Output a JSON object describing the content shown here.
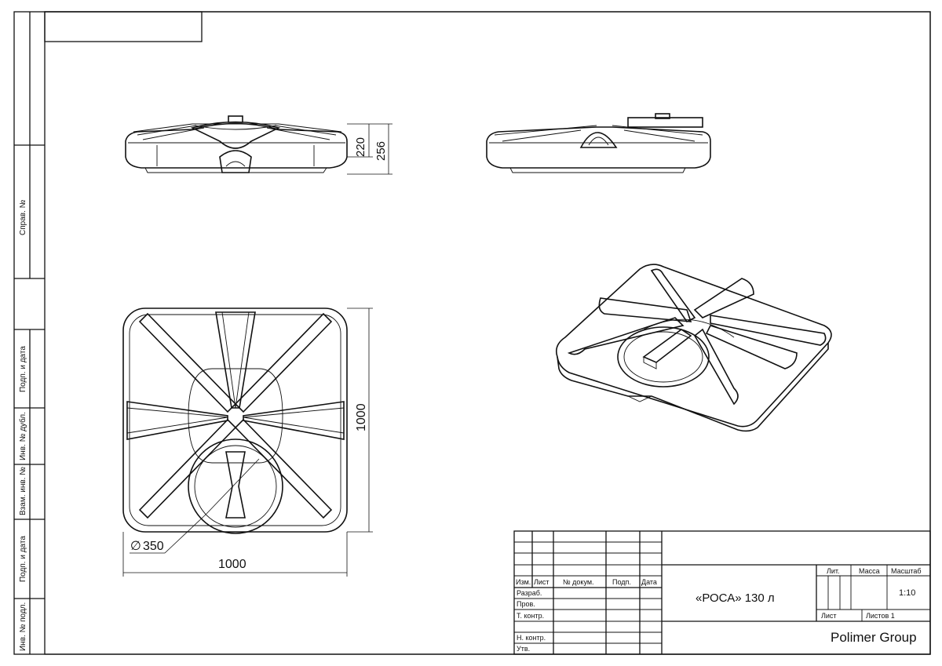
{
  "side_stamp": {
    "sprav": "Справ. №",
    "podp_data_1": "Подп. и дата",
    "inv_dubl": "Инв. № дубл.",
    "vzam_inv": "Взам. инв. №",
    "podp_data_2": "Подп. и дата",
    "inv_podl": "Инв. № подл."
  },
  "dimensions": {
    "height_1": "220",
    "height_2": "256",
    "side_length": "1000",
    "width": "1000",
    "diameter_symbol": "∅",
    "diameter": "350"
  },
  "title_block": {
    "columns": {
      "izm": "Изм.",
      "list": "Лист",
      "doc_no": "№ докум.",
      "podp": "Подп.",
      "data": "Дата"
    },
    "roles": [
      "Разраб.",
      "Пров.",
      "Т. контр.",
      "",
      "Н. контр.",
      "Утв."
    ],
    "product_name": "«РОСА» 130 л",
    "lit_label": "Лит.",
    "massa_label": "Масса",
    "scale_label": "Масштаб",
    "scale_value": "1:10",
    "sheet_label": "Лист",
    "sheets_label": "Листов 1",
    "company": "Polimer Group"
  }
}
